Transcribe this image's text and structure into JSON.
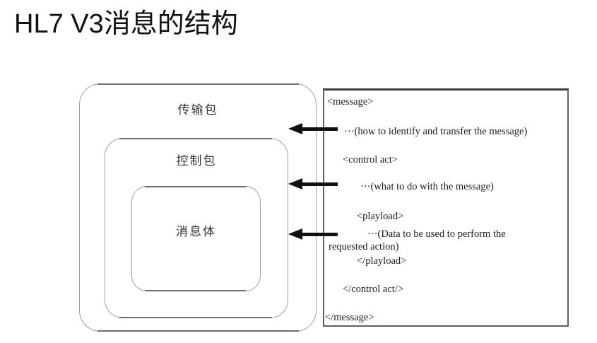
{
  "title": "HL7 V3消息的结构",
  "diagram": {
    "boxes": [
      {
        "label": "传输包"
      },
      {
        "label": "控制包"
      },
      {
        "label": "消息体"
      }
    ]
  },
  "code": {
    "lines": [
      {
        "text": "<message>"
      },
      {
        "text": "···(how to identify and transfer the message)"
      },
      {
        "text": "<control act>"
      },
      {
        "text": "···(what to do with the message)"
      },
      {
        "text": "<playload>"
      },
      {
        "text": "···(Data to be used to perform the"
      },
      {
        "text": "requested action)"
      },
      {
        "text": "</playload>"
      },
      {
        "text": "</control act/>"
      },
      {
        "text": "</message>"
      }
    ]
  },
  "colors": {
    "background": "#ffffff",
    "title_text": "#111111",
    "box_border": "#a0a0a0",
    "box_edge_dark": "#6f6f6f",
    "label_text": "#333333",
    "code_border": "#606060",
    "code_border_top": "#3f3f3f",
    "code_text": "#1d1d1d",
    "arrow": "#101010"
  }
}
